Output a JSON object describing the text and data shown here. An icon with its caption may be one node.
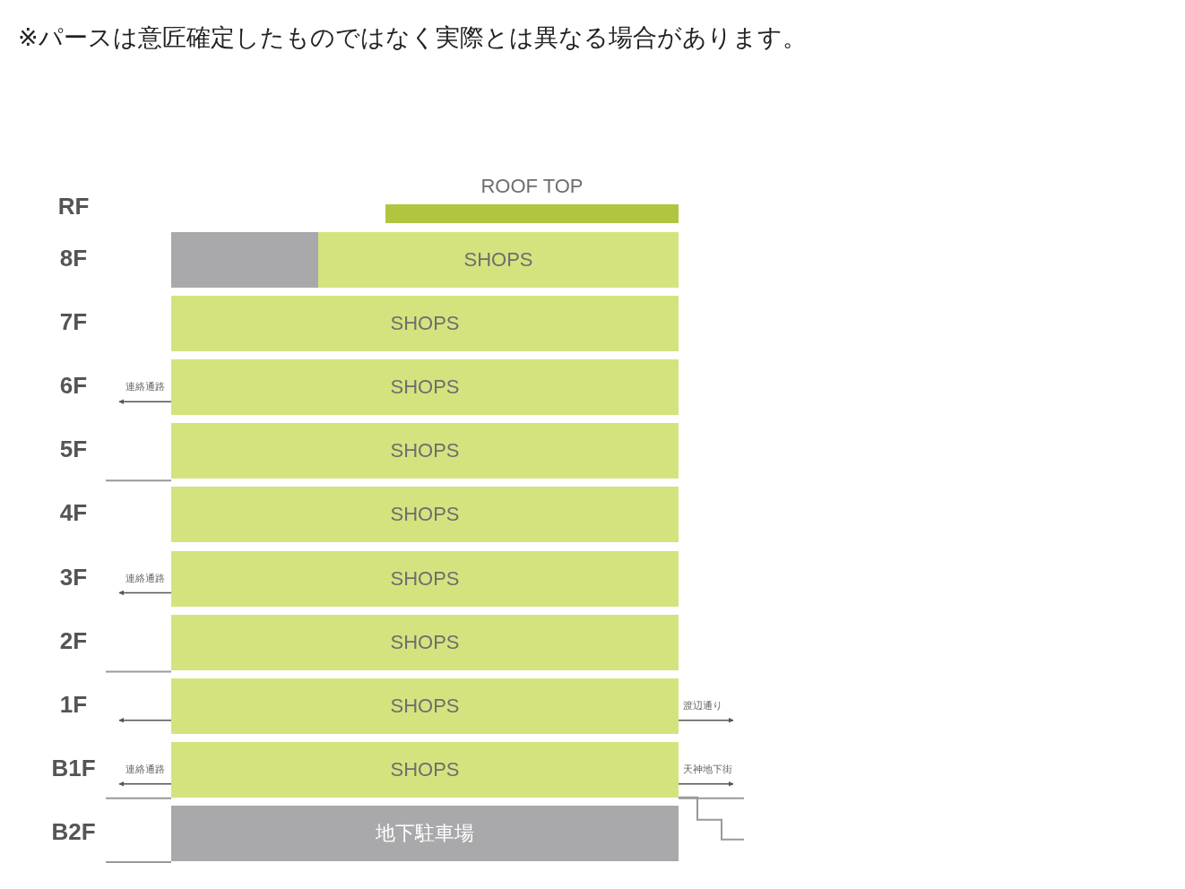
{
  "diagram": {
    "title": "※パースは意匠確定したものではなく実際とは異なる場合があります。",
    "nodes": [
      {
        "text": [
          "ROOF TOP"
        ]
      },
      {
        "text": [],
        "shape": "box"
      },
      {
        "text": [
          "SHOPS"
        ]
      },
      {
        "text": [
          "SHOPS"
        ]
      },
      {
        "text": [
          "SHOPS"
        ]
      },
      {
        "text": [
          "SHOPS"
        ]
      },
      {
        "text": [
          "SHOPS"
        ]
      },
      {
        "text": [
          "SHOPS"
        ]
      },
      {
        "text": [
          "SHOPS"
        ]
      },
      {
        "text": [
          "SHOPS"
        ]
      },
      {
        "text": [
          "SHOPS"
        ]
      },
      {
        "text": [
          "地下駐車場"
        ]
      }
    ],
    "edges": [
      {
        "from": 4,
        "to": null,
        "arrow": "to",
        "label": "連絡通路"
      },
      {
        "from": 7,
        "to": null,
        "arrow": "to",
        "label": "連絡通路"
      },
      {
        "from": 9,
        "to": null,
        "arrow": "to"
      },
      {
        "from": 9,
        "to": null,
        "arrow": "to",
        "label": "渡辺通り"
      },
      {
        "from": 10,
        "to": null,
        "arrow": "to",
        "label": "連絡通路"
      },
      {
        "from": 10,
        "to": null,
        "arrow": "to",
        "label": "天神地下街"
      }
    ],
    "labels": [
      "RF",
      "8F",
      "7F",
      "6F",
      "5F",
      "4F",
      "3F",
      "2F",
      "1F",
      "B1F",
      "B2F"
    ]
  }
}
